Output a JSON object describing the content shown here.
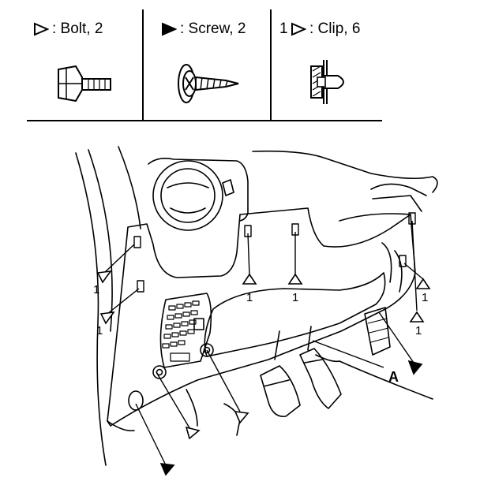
{
  "legend": {
    "bolt": {
      "label": ": Bolt, 2",
      "icon": "open-triangle-icon"
    },
    "screw": {
      "label": ": Screw, 2",
      "icon": "filled-triangle-icon"
    },
    "clip": {
      "prefix": "1",
      "label": ": Clip, 6",
      "icon": "open-triangle-icon"
    }
  },
  "callouts": {
    "part_a": "A",
    "clip_marker": "1"
  },
  "colors": {
    "ink": "#000000",
    "paper": "#ffffff"
  }
}
